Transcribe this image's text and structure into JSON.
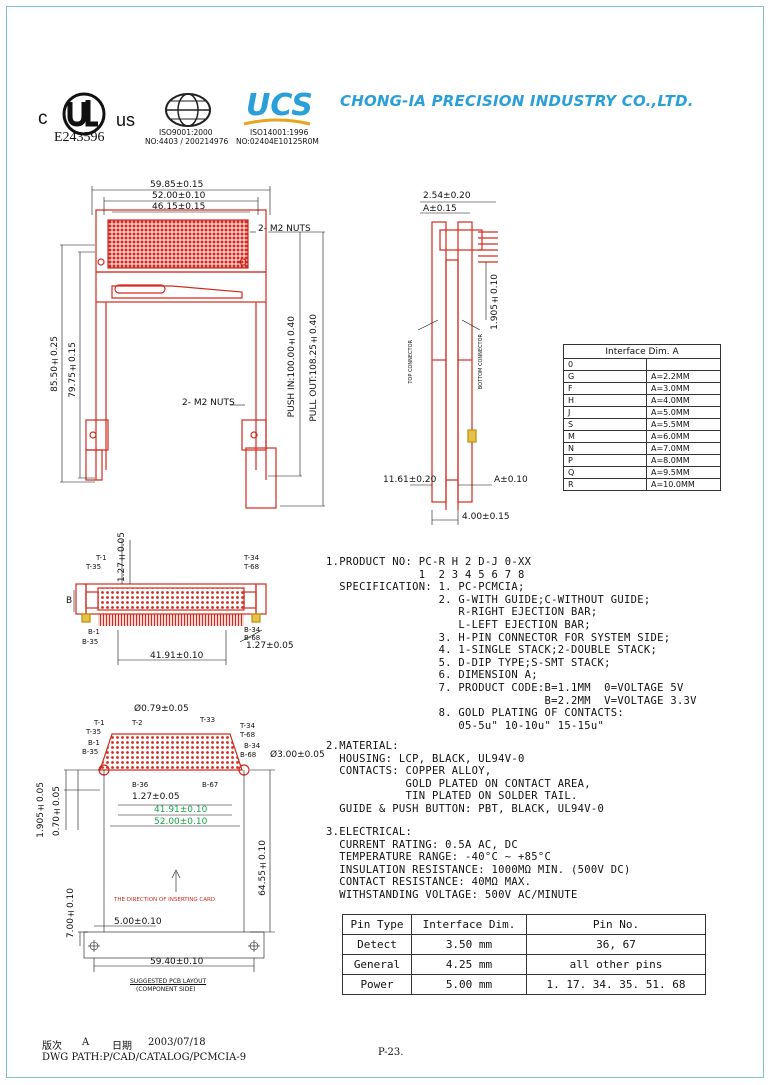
{
  "header": {
    "company": "CHONG-IA PRECISION INDUSTRY CO.,LTD.",
    "ul_c": "c",
    "ul_us": "us",
    "ul_file": "E243596",
    "iso9001": "ISO9001:2000",
    "iso9001_no": "NO:4403 / 200214976",
    "ucs_logo": "UCS",
    "iso14001": "ISO14001:1996",
    "iso14001_no": "NO:02404E10125R0M"
  },
  "top_view": {
    "w1": "59.85±0.15",
    "w2": "52.00±0.10",
    "w3": "46.15±0.15",
    "nuts_top": "2- M2 NUTS",
    "nuts_mid": "2- M2 NUTS",
    "h1": "85.50±0.25",
    "h2": "79.75±0.15",
    "push_in": "PUSH IN:100.00±0.40",
    "pull_out": "PULL OUT:108.25±0.40"
  },
  "side_view": {
    "d1": "2.54±0.20",
    "d2": "A±0.15",
    "d3": "1.905±0.10",
    "d4": "11.61±0.20",
    "d5": "A±0.10",
    "d6": "4.00±0.15",
    "top_connector": "TOP CONNECTOR",
    "bottom_connector": "BOTTOM CONNECTOR"
  },
  "interface_table": {
    "title": "Interface Dim. A",
    "rows": [
      [
        "0",
        ""
      ],
      [
        "G",
        "A=2.2MM"
      ],
      [
        "F",
        "A=3.0MM"
      ],
      [
        "H",
        "A=4.0MM"
      ],
      [
        "J",
        "A=5.0MM"
      ],
      [
        "S",
        "A=5.5MM"
      ],
      [
        "M",
        "A=6.0MM"
      ],
      [
        "N",
        "A=7.0MM"
      ],
      [
        "P",
        "A=8.0MM"
      ],
      [
        "Q",
        "A=9.5MM"
      ],
      [
        "R",
        "A=10.0MM"
      ]
    ]
  },
  "front_view": {
    "t1": "T-1",
    "t35": "T-35",
    "t34": "T-34",
    "t68": "T-68",
    "b1": "B-1",
    "b35": "B-35",
    "b34": "B-34",
    "b68": "B-68",
    "pitch": "1.27±0.05",
    "b_label": "B",
    "width": "41.91±0.10",
    "pitch2": "1.27±0.05"
  },
  "pcb_layout": {
    "hole": "Ø0.79±0.05",
    "t1": "T-1",
    "t35": "T-35",
    "t2": "T-2",
    "t33": "T-33",
    "t34": "T-34",
    "t68": "T-68",
    "b1": "B-1",
    "b35": "B-35",
    "b36": "B-36",
    "b67": "B-67",
    "b34": "B-34",
    "b68": "B-68",
    "mount_hole": "Ø3.00±0.05",
    "pitch": "1.27±0.05",
    "w1": "41.91±0.10",
    "w2": "52.00±0.10",
    "v1": "1.905±0.05",
    "v2": "0.70±0.05",
    "v3": "64.55±0.10",
    "v4": "7.00±0.10",
    "h1": "5.00±0.10",
    "h2": "59.40±0.10",
    "direction": "THE DIRECTION OF INSERTING CARD",
    "caption1": "SUGGESTED PCB LAYOUT",
    "caption2": "(COMPONENT SIDE)"
  },
  "spec": {
    "line1": "1.PRODUCT NO: PC-R H 2 D-J 0-XX",
    "line1b": "              1  2 3 4 5 6 7 8",
    "lines": [
      "  SPECIFICATION: 1. PC-PCMCIA;",
      "                 2. G-WITH GUIDE;C-WITHOUT GUIDE;",
      "                    R-RIGHT EJECTION BAR;",
      "                    L-LEFT EJECTION BAR;",
      "                 3. H-PIN CONNECTOR FOR SYSTEM SIDE;",
      "                 4. 1-SINGLE STACK;2-DOUBLE STACK;",
      "                 5. D-DIP TYPE;S-SMT STACK;",
      "                 6. DIMENSION A;",
      "                 7. PRODUCT CODE:B=1.1MM  0=VOLTAGE 5V",
      "                                 B=2.2MM  V=VOLTAGE 3.3V",
      "                 8. GOLD PLATING OF CONTACTS:",
      "                    05-5u\" 10-10u\" 15-15u\""
    ],
    "material": [
      "2.MATERIAL:",
      "  HOUSING: LCP, BLACK, UL94V-0",
      "  CONTACTS: COPPER ALLOY,",
      "            GOLD PLATED ON CONTACT AREA,",
      "            TIN PLATED ON SOLDER TAIL.",
      "  GUIDE & PUSH BUTTON: PBT, BLACK, UL94V-0"
    ],
    "electrical": [
      "3.ELECTRICAL:",
      "  CURRENT RATING: 0.5A AC, DC",
      "  TEMPERATURE RANGE: -40°C ~ +85°C",
      "  INSULATION RESISTANCE: 1000MΩ MIN. (500V DC)",
      "  CONTACT RESISTANCE: 40MΩ MAX.",
      "  WITHSTANDING VOLTAGE: 500V AC/MINUTE"
    ]
  },
  "pin_table": {
    "headers": [
      "Pin Type",
      "Interface Dim.",
      "Pin No."
    ],
    "rows": [
      [
        "Detect",
        "3.50 mm",
        "36, 67"
      ],
      [
        "General",
        "4.25 mm",
        "all other pins"
      ],
      [
        "Power",
        "5.00 mm",
        "1. 17. 34. 35. 51. 68"
      ]
    ]
  },
  "footer": {
    "version_label": "版次",
    "version": "A",
    "date_label": "日期",
    "date": "2003/07/18",
    "path": "DWG PATH:P/CAD/CATALOG/PCMCIA-9",
    "page": "P-23."
  },
  "colors": {
    "drawing": "#d32a1e",
    "company": "#2aa0d8",
    "green": "#19a34a",
    "frame": "#7fc6c9"
  }
}
